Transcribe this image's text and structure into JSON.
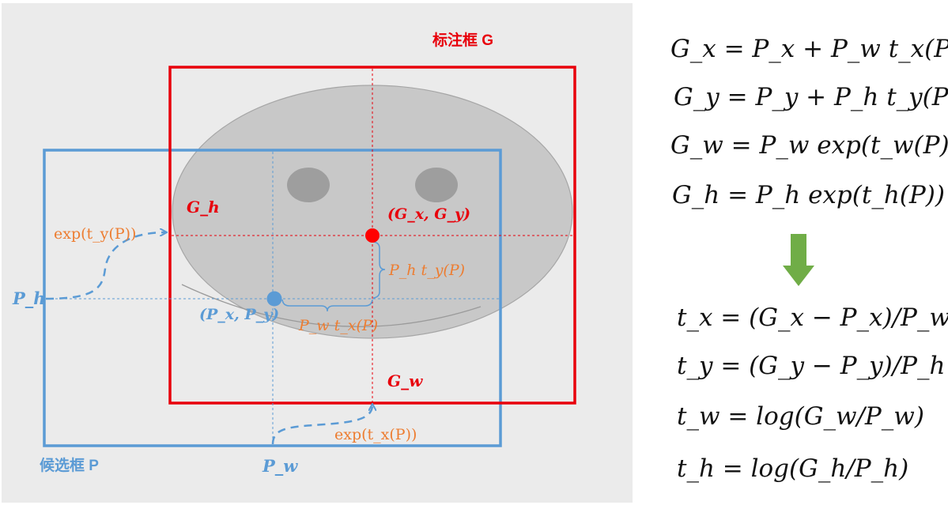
{
  "labels": {
    "gt_box": "标注框 G",
    "proposal_box": "候选框 P",
    "gh": "G_h",
    "gw": "G_w",
    "gxgy": "(G_x, G_y)",
    "pxpy": "(P_x, P_y)",
    "ph": "P_h",
    "pw": "P_w",
    "exp_ty": "exp(t_y(P))",
    "exp_tx": "exp(t_x(P))",
    "ph_ty": "P_h t_y(P)",
    "pw_tx": "P_w t_x(P)"
  },
  "forward_equations": [
    "G_x = P_x + P_w t_x(P)",
    "G_y = P_y + P_h t_y(P)",
    "G_w = P_w exp(t_w(P))",
    "G_h = P_h exp(t_h(P))"
  ],
  "inverse_equations": [
    "t_x = (G_x − P_x)/P_w",
    "t_y = (G_y − P_y)/P_h",
    "t_w = log(G_w/P_w)",
    "t_h = log(G_h/P_h)"
  ],
  "colors": {
    "gt_box": "#e8000b",
    "proposal_box": "#5b9bd5",
    "annotation": "#ed7d31",
    "arrow": "#70ad47",
    "panel": "#ebebeb",
    "face": "#c8c8c8"
  }
}
